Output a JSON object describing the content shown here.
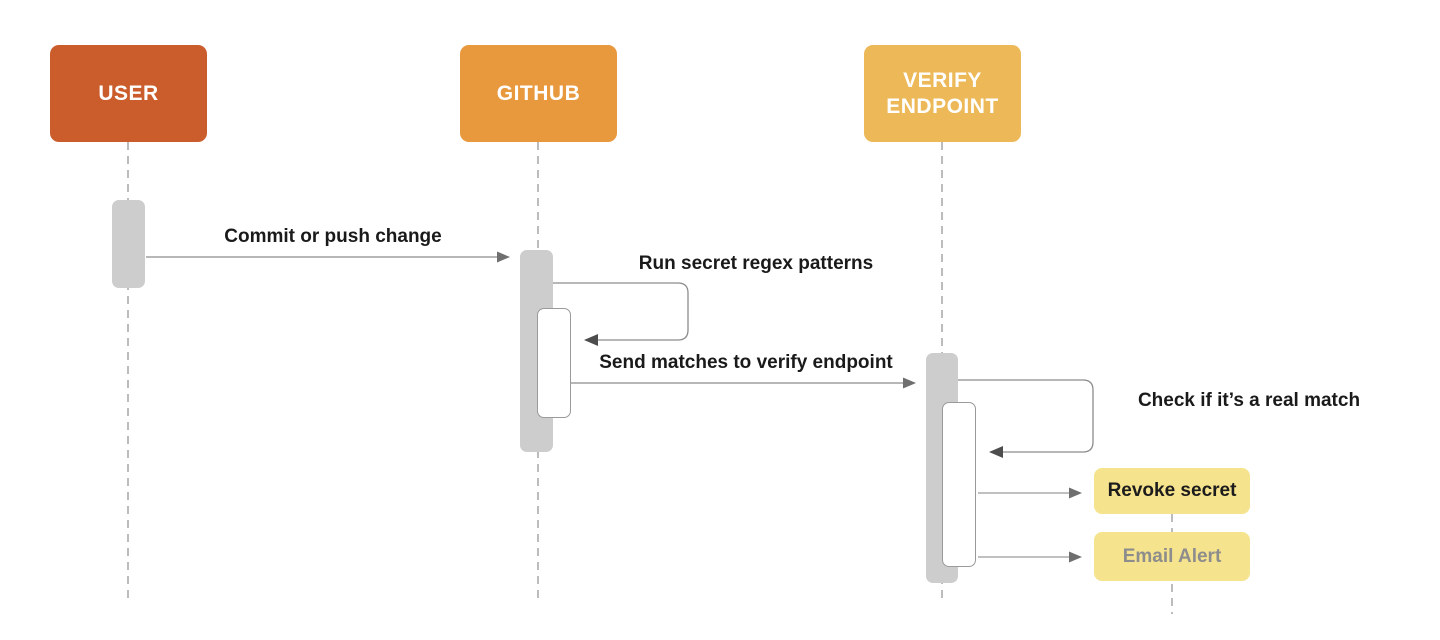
{
  "diagram": {
    "type": "sequence",
    "actors": [
      {
        "id": "user",
        "label": "USER",
        "color": "#CB5D2D"
      },
      {
        "id": "github",
        "label": "GITHUB",
        "color": "#E9993D"
      },
      {
        "id": "verify",
        "label": "VERIFY ENDPOINT",
        "color": "#EDB858"
      }
    ],
    "messages": [
      {
        "label": "Commit or push change",
        "from": "user",
        "to": "github",
        "kind": "arrow"
      },
      {
        "label": "Run secret regex patterns",
        "from": "github",
        "to": "github",
        "kind": "self-loop"
      },
      {
        "label": "Send matches to verify endpoint",
        "from": "github",
        "to": "verify",
        "kind": "arrow"
      },
      {
        "label": "Check if it’s a real match",
        "from": "verify",
        "to": "verify",
        "kind": "self-loop"
      }
    ],
    "actions": [
      {
        "label": "Revoke secret",
        "from": "verify",
        "text_color": "#1C1C1C",
        "fill": "#F6E38D"
      },
      {
        "label": "Email Alert",
        "from": "verify",
        "text_color": "#8D8D8D",
        "fill": "#F6E38D"
      }
    ],
    "colors": {
      "background": "#FFFFFF",
      "activation_bar": "#CDCDCD",
      "nested_bar_border": "#9A9A9A",
      "message_line": "#8C8C8C",
      "lifeline": "#A6A6A6",
      "arrowhead": "#5A5A5A",
      "label_text": "#1A1A1A"
    }
  }
}
